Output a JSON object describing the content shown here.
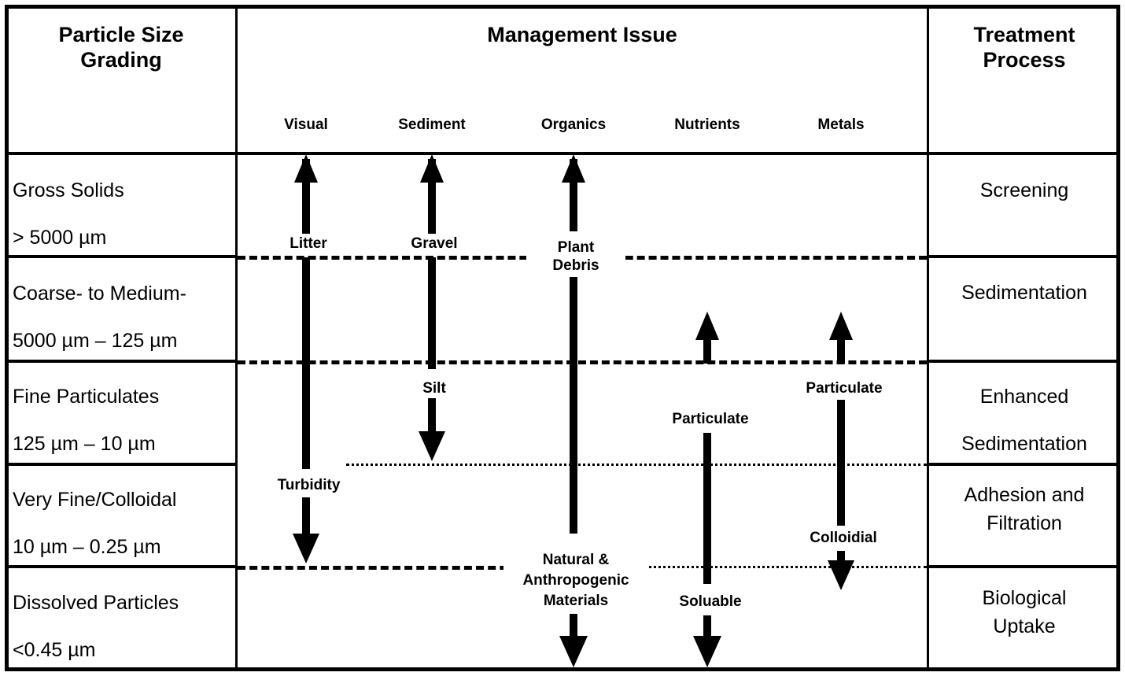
{
  "headers": {
    "left": "Particle Size\nGrading",
    "left_line1": "Particle Size",
    "left_line2": "Grading",
    "middle": "Management Issue",
    "right_line1": "Treatment",
    "right_line2": "Process",
    "columns": [
      "Visual",
      "Sediment",
      "Organics",
      "Nutrients",
      "Metals"
    ]
  },
  "rows": [
    {
      "grading_line1": "Gross Solids",
      "grading_line2": "> 5000 µm",
      "treatment_line1": "Screening",
      "treatment_line2": ""
    },
    {
      "grading_line1": "Coarse- to Medium-",
      "grading_line2": "5000 µm – 125 µm",
      "treatment_line1": "Sedimentation",
      "treatment_line2": ""
    },
    {
      "grading_line1": "Fine Particulates",
      "grading_line2": "125 µm – 10 µm",
      "treatment_line1": "Enhanced",
      "treatment_line2": "Sedimentation"
    },
    {
      "grading_line1": "Very Fine/Colloidal",
      "grading_line2": "10 µm – 0.25 µm",
      "treatment_line1": "Adhesion and",
      "treatment_line2": "Filtration"
    },
    {
      "grading_line1": "Dissolved Particles",
      "grading_line2": "<0.45 µm",
      "treatment_line1": "Biological",
      "treatment_line2": "Uptake"
    }
  ],
  "arrow_labels": {
    "litter": "Litter",
    "gravel": "Gravel",
    "plant_debris_l1": "Plant",
    "plant_debris_l2": "Debris",
    "silt": "Silt",
    "turbidity": "Turbidity",
    "nutrients_particulate": "Particulate",
    "metals_particulate": "Particulate",
    "metals_colloidial": "Colloidial",
    "nutrients_soluable": "Soluable",
    "organics_l1": "Natural &",
    "organics_l2": "Anthropogenic",
    "organics_l3": "Materials"
  },
  "chart_data": {
    "type": "diagram",
    "title": "Management Issue",
    "row_categories": [
      "Gross Solids > 5000 µm",
      "Coarse- to Medium- 5000 µm – 125 µm",
      "Fine Particulates 125 µm – 10 µm",
      "Very Fine/Colloidal 10 µm – 0.25 µm",
      "Dissolved Particles <0.45 µm"
    ],
    "column_categories": [
      "Visual",
      "Sediment",
      "Organics",
      "Nutrients",
      "Metals"
    ],
    "treatment_processes": [
      "Screening",
      "Sedimentation",
      "Enhanced Sedimentation",
      "Adhesion and Filtration",
      "Biological Uptake"
    ],
    "spans": [
      {
        "column": "Visual",
        "label": "Litter",
        "from_row": 1,
        "to_row": 1,
        "direction": "up"
      },
      {
        "column": "Visual",
        "label": "Turbidity",
        "from_row": 2,
        "to_row": 4,
        "direction": "down"
      },
      {
        "column": "Sediment",
        "label": "Gravel",
        "from_row": 1,
        "to_row": 1,
        "direction": "up"
      },
      {
        "column": "Sediment",
        "label": "Silt",
        "from_row": 2,
        "to_row": 3,
        "direction": "down"
      },
      {
        "column": "Organics",
        "label": "Plant Debris",
        "from_row": 1,
        "to_row": 1,
        "direction": "up"
      },
      {
        "column": "Organics",
        "label": "Natural & Anthropogenic Materials",
        "from_row": 2,
        "to_row": 5,
        "direction": "down"
      },
      {
        "column": "Nutrients",
        "label": "Particulate",
        "from_row": 2,
        "to_row": 2,
        "direction": "up"
      },
      {
        "column": "Nutrients",
        "label": "Soluable",
        "from_row": 3,
        "to_row": 5,
        "direction": "down"
      },
      {
        "column": "Metals",
        "label": "Particulate",
        "from_row": 2,
        "to_row": 2,
        "direction": "up"
      },
      {
        "column": "Metals",
        "label": "Colloidial",
        "from_row": 3,
        "to_row": 4,
        "direction": "down"
      }
    ]
  }
}
